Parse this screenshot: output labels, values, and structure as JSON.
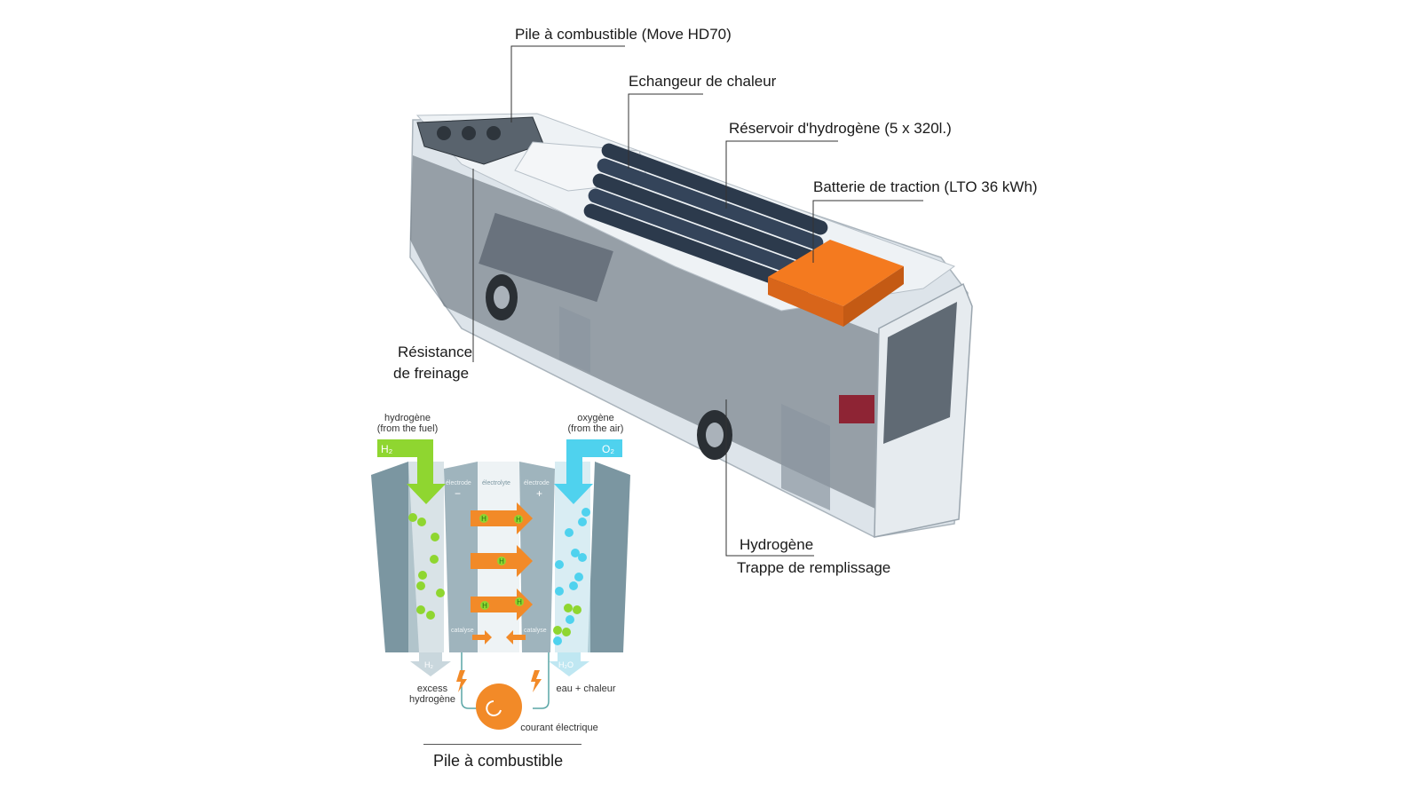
{
  "bus": {
    "callouts": {
      "fuel_cell_stack": "Pile à combustible (Move HD70)",
      "heat_exchanger": "Echangeur de chaleur",
      "hydrogen_tanks": "Réservoir d'hydrogène (5 x 320l.)",
      "traction_battery": "Batterie de traction (LTO 36 kWh)",
      "brake_resistor_line1": "Résistance",
      "brake_resistor_line2": "de freinage",
      "refuel_line1": "Hydrogène",
      "refuel_line2": "Trappe de remplissage"
    },
    "colors": {
      "battery": "#f47a1f",
      "tanks": "#2c3a4c",
      "body": "#dfe5ea",
      "frame": "#3c4650"
    }
  },
  "fuel_cell": {
    "hydrogen_label_line1": "hydrogène",
    "hydrogen_label_line2": "(from the fuel)",
    "oxygen_label_line1": "oxygène",
    "oxygen_label_line2": "(from the air)",
    "h2_symbol": "H₂",
    "o2_symbol": "O₂",
    "electrode_label": "électrode",
    "electrolyte_label": "électrolyte",
    "catalyst_label": "catalyse",
    "minus_sign": "−",
    "plus_sign": "+",
    "h_ion": "H",
    "h2_out_symbol": "H₂",
    "h2o_symbol": "H₂O",
    "excess_line1": "excess",
    "excess_line2": "hydrogène",
    "water_heat": "eau + chaleur",
    "current": "courant électrique",
    "caption": "Pile à combustible",
    "colors": {
      "hydrogen": "#8fd630",
      "oxygen": "#4fd2ee",
      "ion_arrow": "#f28a28",
      "plate": "#7b96a1",
      "electrolyte": "#eef3f5"
    }
  }
}
